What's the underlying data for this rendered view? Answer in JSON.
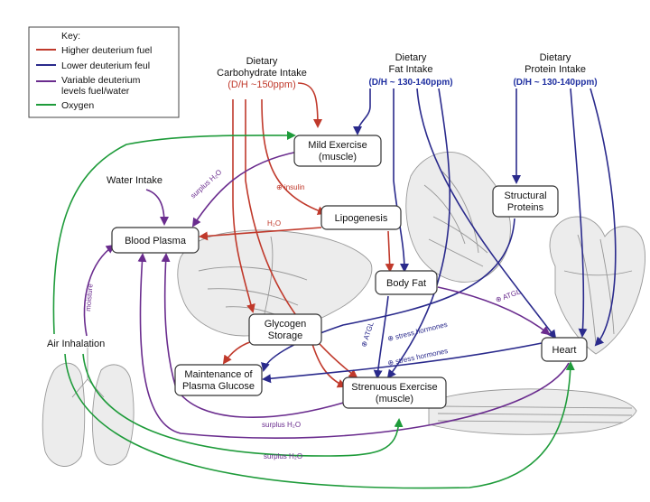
{
  "colors": {
    "red": "#c0392b",
    "blue": "#2a2a8c",
    "purple": "#6a2c8e",
    "green": "#1e9b3a"
  },
  "key": {
    "title": "Key:",
    "items": [
      {
        "label1": "Higher deuterium fuel",
        "label2": "",
        "color": "red"
      },
      {
        "label1": "Lower deuterium feul",
        "label2": "",
        "color": "blue"
      },
      {
        "label1": "Variable deuterium",
        "label2": "levels fuel/water",
        "color": "purple"
      },
      {
        "label1": "Oxygen",
        "label2": "",
        "color": "green"
      }
    ]
  },
  "sources": {
    "carb": {
      "line1": "Dietary",
      "line2": "Carbohydrate Intake",
      "ratio": "(D/H ~150ppm)"
    },
    "fat": {
      "line1": "Dietary",
      "line2": "Fat Intake",
      "ratio": "(D/H ~ 130-140ppm)"
    },
    "protein": {
      "line1": "Dietary",
      "line2": "Protein Intake",
      "ratio": "(D/H ~ 130-140ppm)"
    }
  },
  "nodes": {
    "mild_exercise": {
      "line1": "Mild Exercise",
      "line2": "(muscle)"
    },
    "lipogenesis": "Lipogenesis",
    "blood_plasma": "Blood Plasma",
    "body_fat": "Body Fat",
    "glycogen": {
      "line1": "Glycogen",
      "line2": "Storage"
    },
    "maintenance": {
      "line1": "Maintenance of",
      "line2": "Plasma Glucose"
    },
    "strenuous": {
      "line1": "Strenuous Exercise",
      "line2": "(muscle)"
    },
    "structural": {
      "line1": "Structural",
      "line2": "Proteins"
    },
    "heart": "Heart"
  },
  "labels": {
    "water_intake": "Water Intake",
    "air_inhalation": "Air Inhalation",
    "surplus_h2o_1": "surplus H₂O",
    "insulin": "⊕ insulin",
    "h2o": "H₂O",
    "moisture": "moisture",
    "atgl_1": "⊕ ATGL",
    "atgl_2": "⊕ ATGL",
    "stress_1": "⊕ stress hormones",
    "stress_2": "⊕ stress hormones",
    "surplus_h2o_2": "surplus H₂O",
    "surplus_h2o_3": "surplus H₂O"
  }
}
